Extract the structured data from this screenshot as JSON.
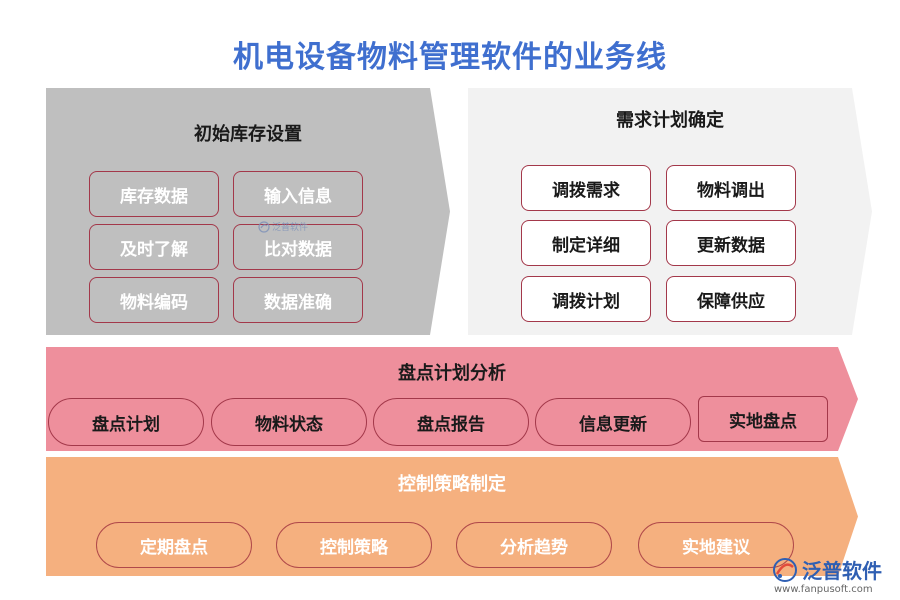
{
  "title": "机电设备物料管理软件的业务线",
  "panel1": {
    "title": "初始库存设置",
    "items": [
      "库存数据",
      "输入信息",
      "及时了解",
      "比对数据",
      "物料编码",
      "数据准确"
    ]
  },
  "panel2": {
    "title": "需求计划确定",
    "items": [
      "调拨需求",
      "物料调出",
      "制定详细",
      "更新数据",
      "调拨计划",
      "保障供应"
    ]
  },
  "panel3": {
    "title": "盘点计划分析",
    "items": [
      "盘点计划",
      "物料状态",
      "盘点报告",
      "信息更新",
      "实地盘点"
    ]
  },
  "panel4": {
    "title": "控制策略制定",
    "items": [
      "定期盘点",
      "控制策略",
      "分析趋势",
      "实地建议"
    ]
  },
  "watermark_small": "泛普软件",
  "logo": {
    "text": "泛普软件",
    "url": "www.fanpusoft.com"
  },
  "colors": {
    "title": "#3f6fcf",
    "panel1": "#bfbfbf",
    "panel2": "#f2f2f2",
    "panel3": "#ee8f9c",
    "panel4": "#f5b07f",
    "border": "#a3384a"
  }
}
